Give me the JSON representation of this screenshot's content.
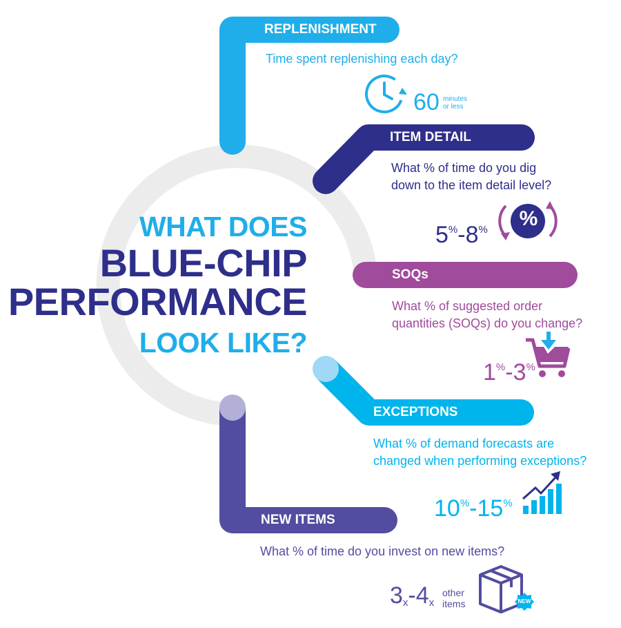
{
  "colors": {
    "ring": "#ececec",
    "replenishment": "#1faee9",
    "item_detail": "#2e2e8b",
    "soqs": "#a04b9c",
    "exceptions": "#00b4ec",
    "new_items": "#524da0",
    "title_light": "#1faee9",
    "title_dark": "#2e2e8b"
  },
  "title": {
    "line1": "WHAT DOES",
    "line2": "BLUE-CHIP",
    "line3": "PERFORMANCE",
    "line4": "LOOK LIKE?"
  },
  "replenishment": {
    "label": "REPLENISHMENT",
    "question": "Time spent replenishing each day?",
    "stat_value": "60",
    "stat_unit_line1": "minutes",
    "stat_unit_line2": "or less",
    "icon": "clock-icon"
  },
  "item_detail": {
    "label": "ITEM DETAIL",
    "question_line1": "What % of time do you dig",
    "question_line2": "down to the item detail level?",
    "low": "5",
    "low_unit": "%",
    "dash": "-",
    "high": "8",
    "high_unit": "%",
    "badge": "%",
    "icon": "percent-cycle-icon"
  },
  "soqs": {
    "label": "SOQs",
    "question_line1": "What % of suggested order",
    "question_line2": "quantities (SOQs) do you change?",
    "low": "1",
    "low_unit": "%",
    "dash": "-",
    "high": "3",
    "high_unit": "%",
    "icon": "cart-download-icon"
  },
  "exceptions": {
    "label": "EXCEPTIONS",
    "question_line1": "What % of demand forecasts are",
    "question_line2": "changed when performing exceptions?",
    "low": "10",
    "low_unit": "%",
    "dash": "-",
    "high": "15",
    "high_unit": "%",
    "icon": "bar-chart-growth-icon"
  },
  "new_items": {
    "label": "NEW ITEMS",
    "question": "What % of time do you invest on new items?",
    "low": "3",
    "low_unit": "x",
    "dash": "-",
    "high": "4",
    "high_unit": "x",
    "suffix_line1": "other",
    "suffix_line2": "items",
    "badge": "NEW",
    "icon": "box-new-icon"
  }
}
